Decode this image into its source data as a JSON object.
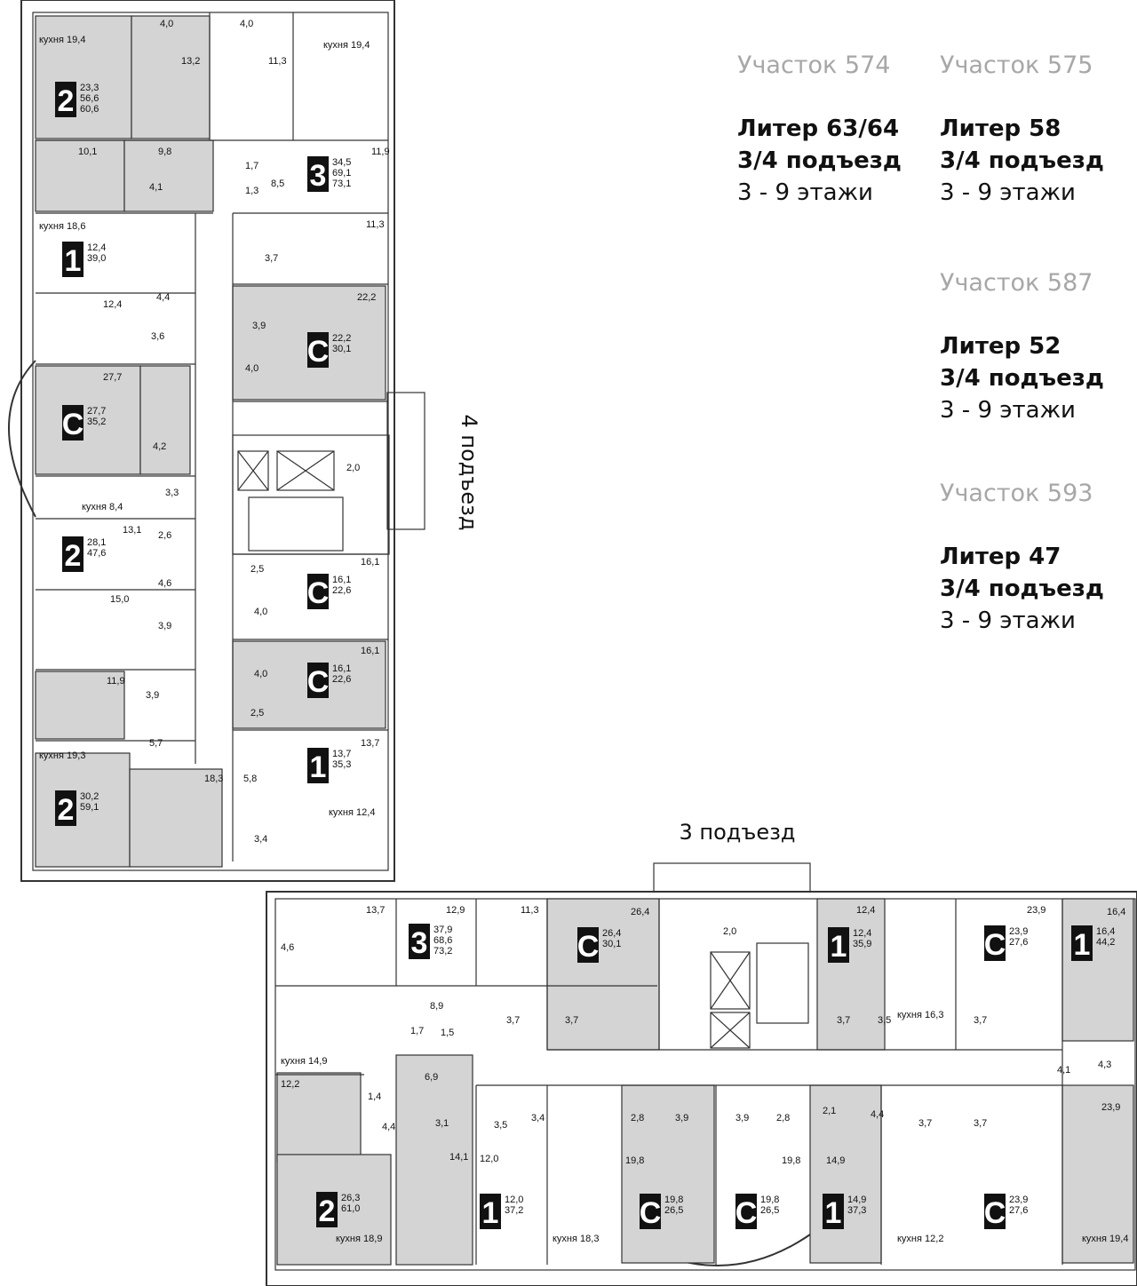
{
  "info_blocks": [
    {
      "plot": "Участок 574",
      "liter": "Литер 63/64",
      "entrance": "3/4 подъезд",
      "floors": "3 - 9  этажи"
    },
    {
      "plot": "Участок 575",
      "liter": "Литер 58",
      "entrance": "3/4 подъезд",
      "floors": "3 - 9  этажи"
    },
    {
      "plot": "Участок 587",
      "liter": "Литер 52",
      "entrance": "3/4 подъезд",
      "floors": "3 - 9  этажи"
    },
    {
      "plot": "Участок 593",
      "liter": "Литер 47",
      "entrance": "3/4 подъезд",
      "floors": "3 - 9  этажи"
    }
  ],
  "entrance_labels": {
    "entrance4": "4 подъезд",
    "entrance3": "3 подъезд"
  },
  "colors": {
    "room_fill": "#d4d4d4",
    "wall": "#333333",
    "badge": "#111111"
  },
  "apartments": [
    {
      "code": "2",
      "areas": [
        "23,3",
        "56,6",
        "60,6"
      ]
    },
    {
      "code": "3",
      "areas": [
        "34,5",
        "69,1",
        "73,1"
      ]
    },
    {
      "code": "1",
      "areas": [
        "12,4",
        "39,0"
      ]
    },
    {
      "code": "С",
      "areas": [
        "22,2",
        "30,1"
      ]
    },
    {
      "code": "С",
      "areas": [
        "27,7",
        "35,2"
      ]
    },
    {
      "code": "2",
      "areas": [
        "28,1",
        "47,6"
      ]
    },
    {
      "code": "С",
      "areas": [
        "16,1",
        "22,6"
      ]
    },
    {
      "code": "С",
      "areas": [
        "16,1",
        "22,6"
      ]
    },
    {
      "code": "1",
      "areas": [
        "13,7",
        "35,3"
      ]
    },
    {
      "code": "2",
      "areas": [
        "30,2",
        "59,1"
      ]
    },
    {
      "code": "3",
      "areas": [
        "37,9",
        "68,6",
        "73,2"
      ]
    },
    {
      "code": "С",
      "areas": [
        "26,4",
        "30,1"
      ]
    },
    {
      "code": "1",
      "areas": [
        "12,4",
        "35,9"
      ]
    },
    {
      "code": "С",
      "areas": [
        "23,9",
        "27,6"
      ]
    },
    {
      "code": "1",
      "areas": [
        "16,4",
        "44,2"
      ]
    },
    {
      "code": "2",
      "areas": [
        "26,3",
        "61,0"
      ]
    },
    {
      "code": "1",
      "areas": [
        "12,0",
        "37,2"
      ]
    },
    {
      "code": "С",
      "areas": [
        "19,8",
        "26,5"
      ]
    },
    {
      "code": "С",
      "areas": [
        "19,8",
        "26,5"
      ]
    },
    {
      "code": "1",
      "areas": [
        "14,9",
        "37,3"
      ]
    },
    {
      "code": "С",
      "areas": [
        "23,9",
        "27,6"
      ]
    }
  ],
  "room_labels": [
    "кухня 19,4",
    "4,0",
    "4,0",
    "кухня 19,4",
    "13,2",
    "11,3",
    "10,1",
    "9,8",
    "11,9",
    "4,1",
    "1,7",
    "8,5",
    "1,3",
    "кухня 18,6",
    "11,3",
    "3,7",
    "4,4",
    "12,4",
    "22,2",
    "3,6",
    "3,9",
    "4,0",
    "27,7",
    "4,2",
    "2,0",
    "3,3",
    "кухня 8,4",
    "13,1",
    "2,6",
    "4,6",
    "16,1",
    "2,5",
    "4,0",
    "15,0",
    "3,9",
    "16,1",
    "4,0",
    "11,9",
    "3,9",
    "2,5",
    "5,7",
    "13,7",
    "кухня 19,3",
    "18,3",
    "5,8",
    "кухня 12,4",
    "3,4",
    "13,7",
    "12,9",
    "11,3",
    "26,4",
    "12,4",
    "23,9",
    "16,4",
    "4,6",
    "2,0",
    "8,9",
    "3,7",
    "3,7",
    "1,7",
    "1,5",
    "кухня 16,3",
    "3,7",
    "3,5",
    "3,7",
    "кухня 14,9",
    "6,9",
    "4,1",
    "4,3",
    "12,2",
    "1,4",
    "4,4",
    "3,1",
    "3,5",
    "3,4",
    "2,8",
    "3,9",
    "3,9",
    "2,8",
    "2,1",
    "4,4",
    "3,7",
    "3,7",
    "23,9",
    "14,1",
    "12,0",
    "19,8",
    "19,8",
    "14,9",
    "кухня 18,9",
    "кухня 18,3",
    "кухня 12,2",
    "кухня 19,4"
  ]
}
